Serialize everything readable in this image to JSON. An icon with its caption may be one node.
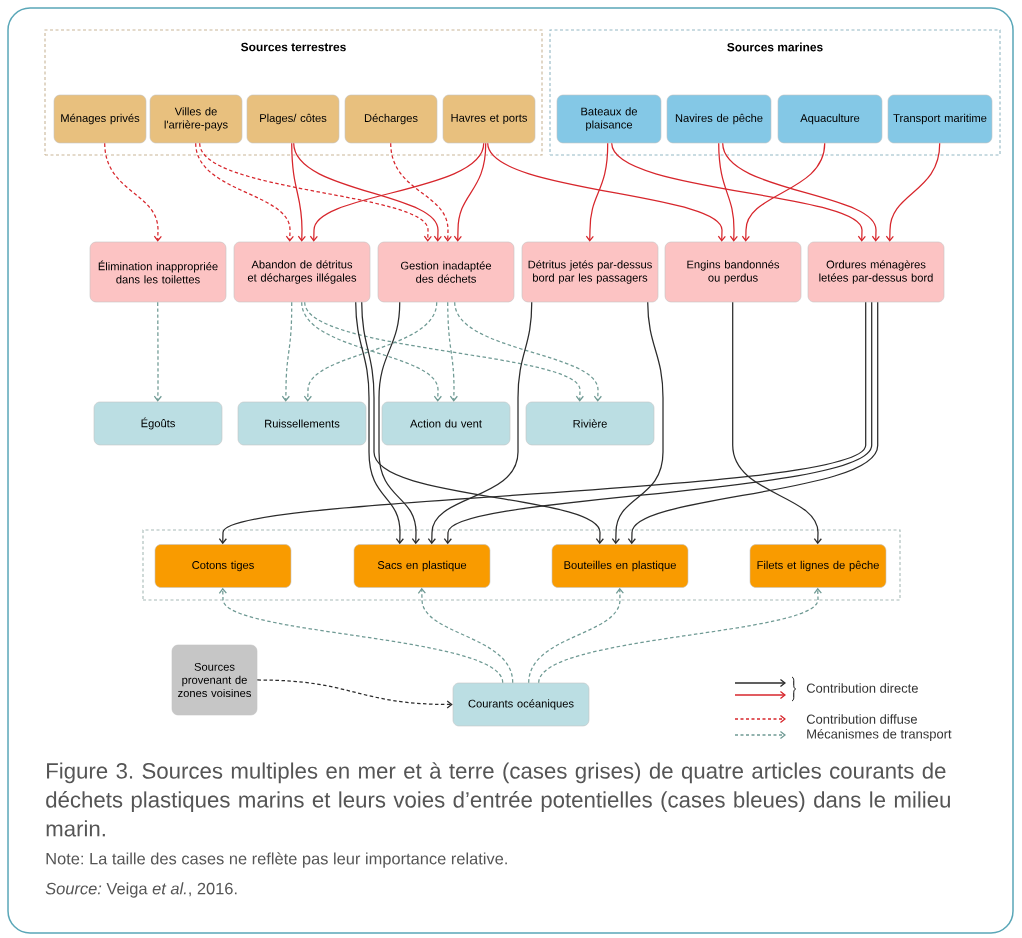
{
  "diagram": {
    "caption": "Figure 3. Sources multiples en mer et à terre (cases grises) de quatre articles courants de déchets plastiques marins et leurs voies d’entrée potentielles (cases bleues) dans le milieu marin.",
    "nodes": [
      {
        "text": [
          "Sources terrestres"
        ]
      },
      {
        "text": [
          "Sources marines"
        ]
      },
      {
        "text": [
          "Ménages privés"
        ],
        "in": 0
      },
      {
        "text": [
          "Villes de l'arrière-pays"
        ],
        "in": 0
      },
      {
        "text": [
          "Plages/ côtes"
        ],
        "in": 0
      },
      {
        "text": [
          "Décharges"
        ],
        "in": 0
      },
      {
        "text": [
          "Havres et ports"
        ],
        "in": 0
      },
      {
        "text": [
          "Bateaux de plaisance"
        ],
        "in": 1
      },
      {
        "text": [
          "Navires de pêche"
        ],
        "in": 1
      },
      {
        "text": [
          "Aquaculture"
        ],
        "in": 1
      },
      {
        "text": [
          "Transport maritime"
        ],
        "in": 1
      },
      {
        "text": [
          "Élimination inappropriée dans les toilettes"
        ]
      },
      {
        "text": [
          "Abandon de détritus et décharges illégales"
        ]
      },
      {
        "text": [
          "Gestion inadaptée des déchets"
        ]
      },
      {
        "text": [
          "Détritus jetés par-dessus bord par les passagers"
        ]
      },
      {
        "text": [
          "Engins bandonnés ou perdus"
        ]
      },
      {
        "text": [
          "Ordures ménagères letées par-dessus bord"
        ]
      },
      {
        "text": [
          "Égoûts"
        ]
      },
      {
        "text": [
          "Ruissellements"
        ]
      },
      {
        "text": [
          "Action du vent"
        ]
      },
      {
        "text": [
          "Rivière"
        ]
      },
      {
        "text": [],
        "shape": "box"
      },
      {
        "text": [
          "Cotons tiges"
        ],
        "in": 21
      },
      {
        "text": [
          "Sacs en plastique"
        ],
        "in": 21
      },
      {
        "text": [
          "Bouteilles en plastique"
        ],
        "in": 21
      },
      {
        "text": [
          "Filets et lignes de pêche"
        ],
        "in": 21
      },
      {
        "text": [
          "Sources provenant de zones voisines"
        ]
      },
      {
        "text": [
          "Courants océaniques"
        ]
      }
    ],
    "edges": [
      {
        "from": 2,
        "to": 11,
        "arrow": "to",
        "style": "dashed",
        "color": "#d7262c"
      },
      {
        "from": 3,
        "to": 12,
        "arrow": "to",
        "style": "dashed",
        "color": "#d7262c"
      },
      {
        "from": 3,
        "to": 13,
        "arrow": "to",
        "style": "dashed",
        "color": "#d7262c"
      },
      {
        "from": 5,
        "to": 13,
        "arrow": "to",
        "style": "dashed",
        "color": "#d7262c"
      },
      {
        "from": 4,
        "to": 12,
        "arrow": "to",
        "color": "#d7262c"
      },
      {
        "from": 4,
        "to": 13,
        "arrow": "to",
        "color": "#d7262c"
      },
      {
        "from": 6,
        "to": 12,
        "arrow": "to",
        "color": "#d7262c"
      },
      {
        "from": 6,
        "to": 13,
        "arrow": "to",
        "color": "#d7262c"
      },
      {
        "from": 6,
        "to": 15,
        "arrow": "to",
        "color": "#d7262c"
      },
      {
        "from": 7,
        "to": 14,
        "arrow": "to",
        "color": "#d7262c"
      },
      {
        "from": 7,
        "to": 16,
        "arrow": "to",
        "color": "#d7262c"
      },
      {
        "from": 8,
        "to": 15,
        "arrow": "to",
        "color": "#d7262c"
      },
      {
        "from": 8,
        "to": 16,
        "arrow": "to",
        "color": "#d7262c"
      },
      {
        "from": 9,
        "to": 15,
        "arrow": "to",
        "color": "#d7262c"
      },
      {
        "from": 10,
        "to": 16,
        "arrow": "to",
        "color": "#d7262c"
      },
      {
        "from": 11,
        "to": 17,
        "arrow": "to",
        "style": "dashed",
        "color": "#6f9a94"
      },
      {
        "from": 12,
        "to": 18,
        "arrow": "to",
        "style": "dashed",
        "color": "#6f9a94"
      },
      {
        "from": 12,
        "to": 19,
        "arrow": "to",
        "style": "dashed",
        "color": "#6f9a94"
      },
      {
        "from": 12,
        "to": 20,
        "arrow": "to",
        "style": "dashed",
        "color": "#6f9a94"
      },
      {
        "from": 13,
        "to": 18,
        "arrow": "to",
        "style": "dashed",
        "color": "#6f9a94"
      },
      {
        "from": 13,
        "to": 19,
        "arrow": "to",
        "style": "dashed",
        "color": "#6f9a94"
      },
      {
        "from": 13,
        "to": 20,
        "arrow": "to",
        "style": "dashed",
        "color": "#6f9a94"
      },
      {
        "from": 12,
        "to": 23,
        "arrow": "to",
        "color": "#2b2b2b"
      },
      {
        "from": 12,
        "to": 24,
        "arrow": "to",
        "color": "#2b2b2b"
      },
      {
        "from": 13,
        "to": 23,
        "arrow": "to",
        "color": "#2b2b2b"
      },
      {
        "from": 14,
        "to": 23,
        "arrow": "to",
        "color": "#2b2b2b"
      },
      {
        "from": 14,
        "to": 24,
        "arrow": "to",
        "color": "#2b2b2b"
      },
      {
        "from": 15,
        "to": 25,
        "arrow": "to",
        "color": "#2b2b2b"
      },
      {
        "from": 16,
        "to": 22,
        "arrow": "to",
        "color": "#2b2b2b"
      },
      {
        "from": 16,
        "to": 23,
        "arrow": "to",
        "color": "#2b2b2b"
      },
      {
        "from": 16,
        "to": 24,
        "arrow": "to",
        "color": "#2b2b2b"
      },
      {
        "from": 27,
        "to": 22,
        "arrow": "to",
        "style": "dashed",
        "color": "#6f9a94"
      },
      {
        "from": 27,
        "to": 23,
        "arrow": "to",
        "style": "dashed",
        "color": "#6f9a94"
      },
      {
        "from": 27,
        "to": 24,
        "arrow": "to",
        "style": "dashed",
        "color": "#6f9a94"
      },
      {
        "from": 27,
        "to": 25,
        "arrow": "to",
        "style": "dashed",
        "color": "#6f9a94"
      },
      {
        "from": 26,
        "to": 27,
        "arrow": "to",
        "style": "dashed",
        "color": "#2b2b2b"
      }
    ],
    "labels": [
      "Note: La taille des cases ne reflète pas leur importance relative.",
      "*Source:* Veiga *et al.*, 2016."
    ],
    "legend": [
      {
        "text": "Contribution directe"
      },
      {
        "text": "Contribution diffuse"
      },
      {
        "text": "Mécanismes de transport"
      }
    ]
  }
}
